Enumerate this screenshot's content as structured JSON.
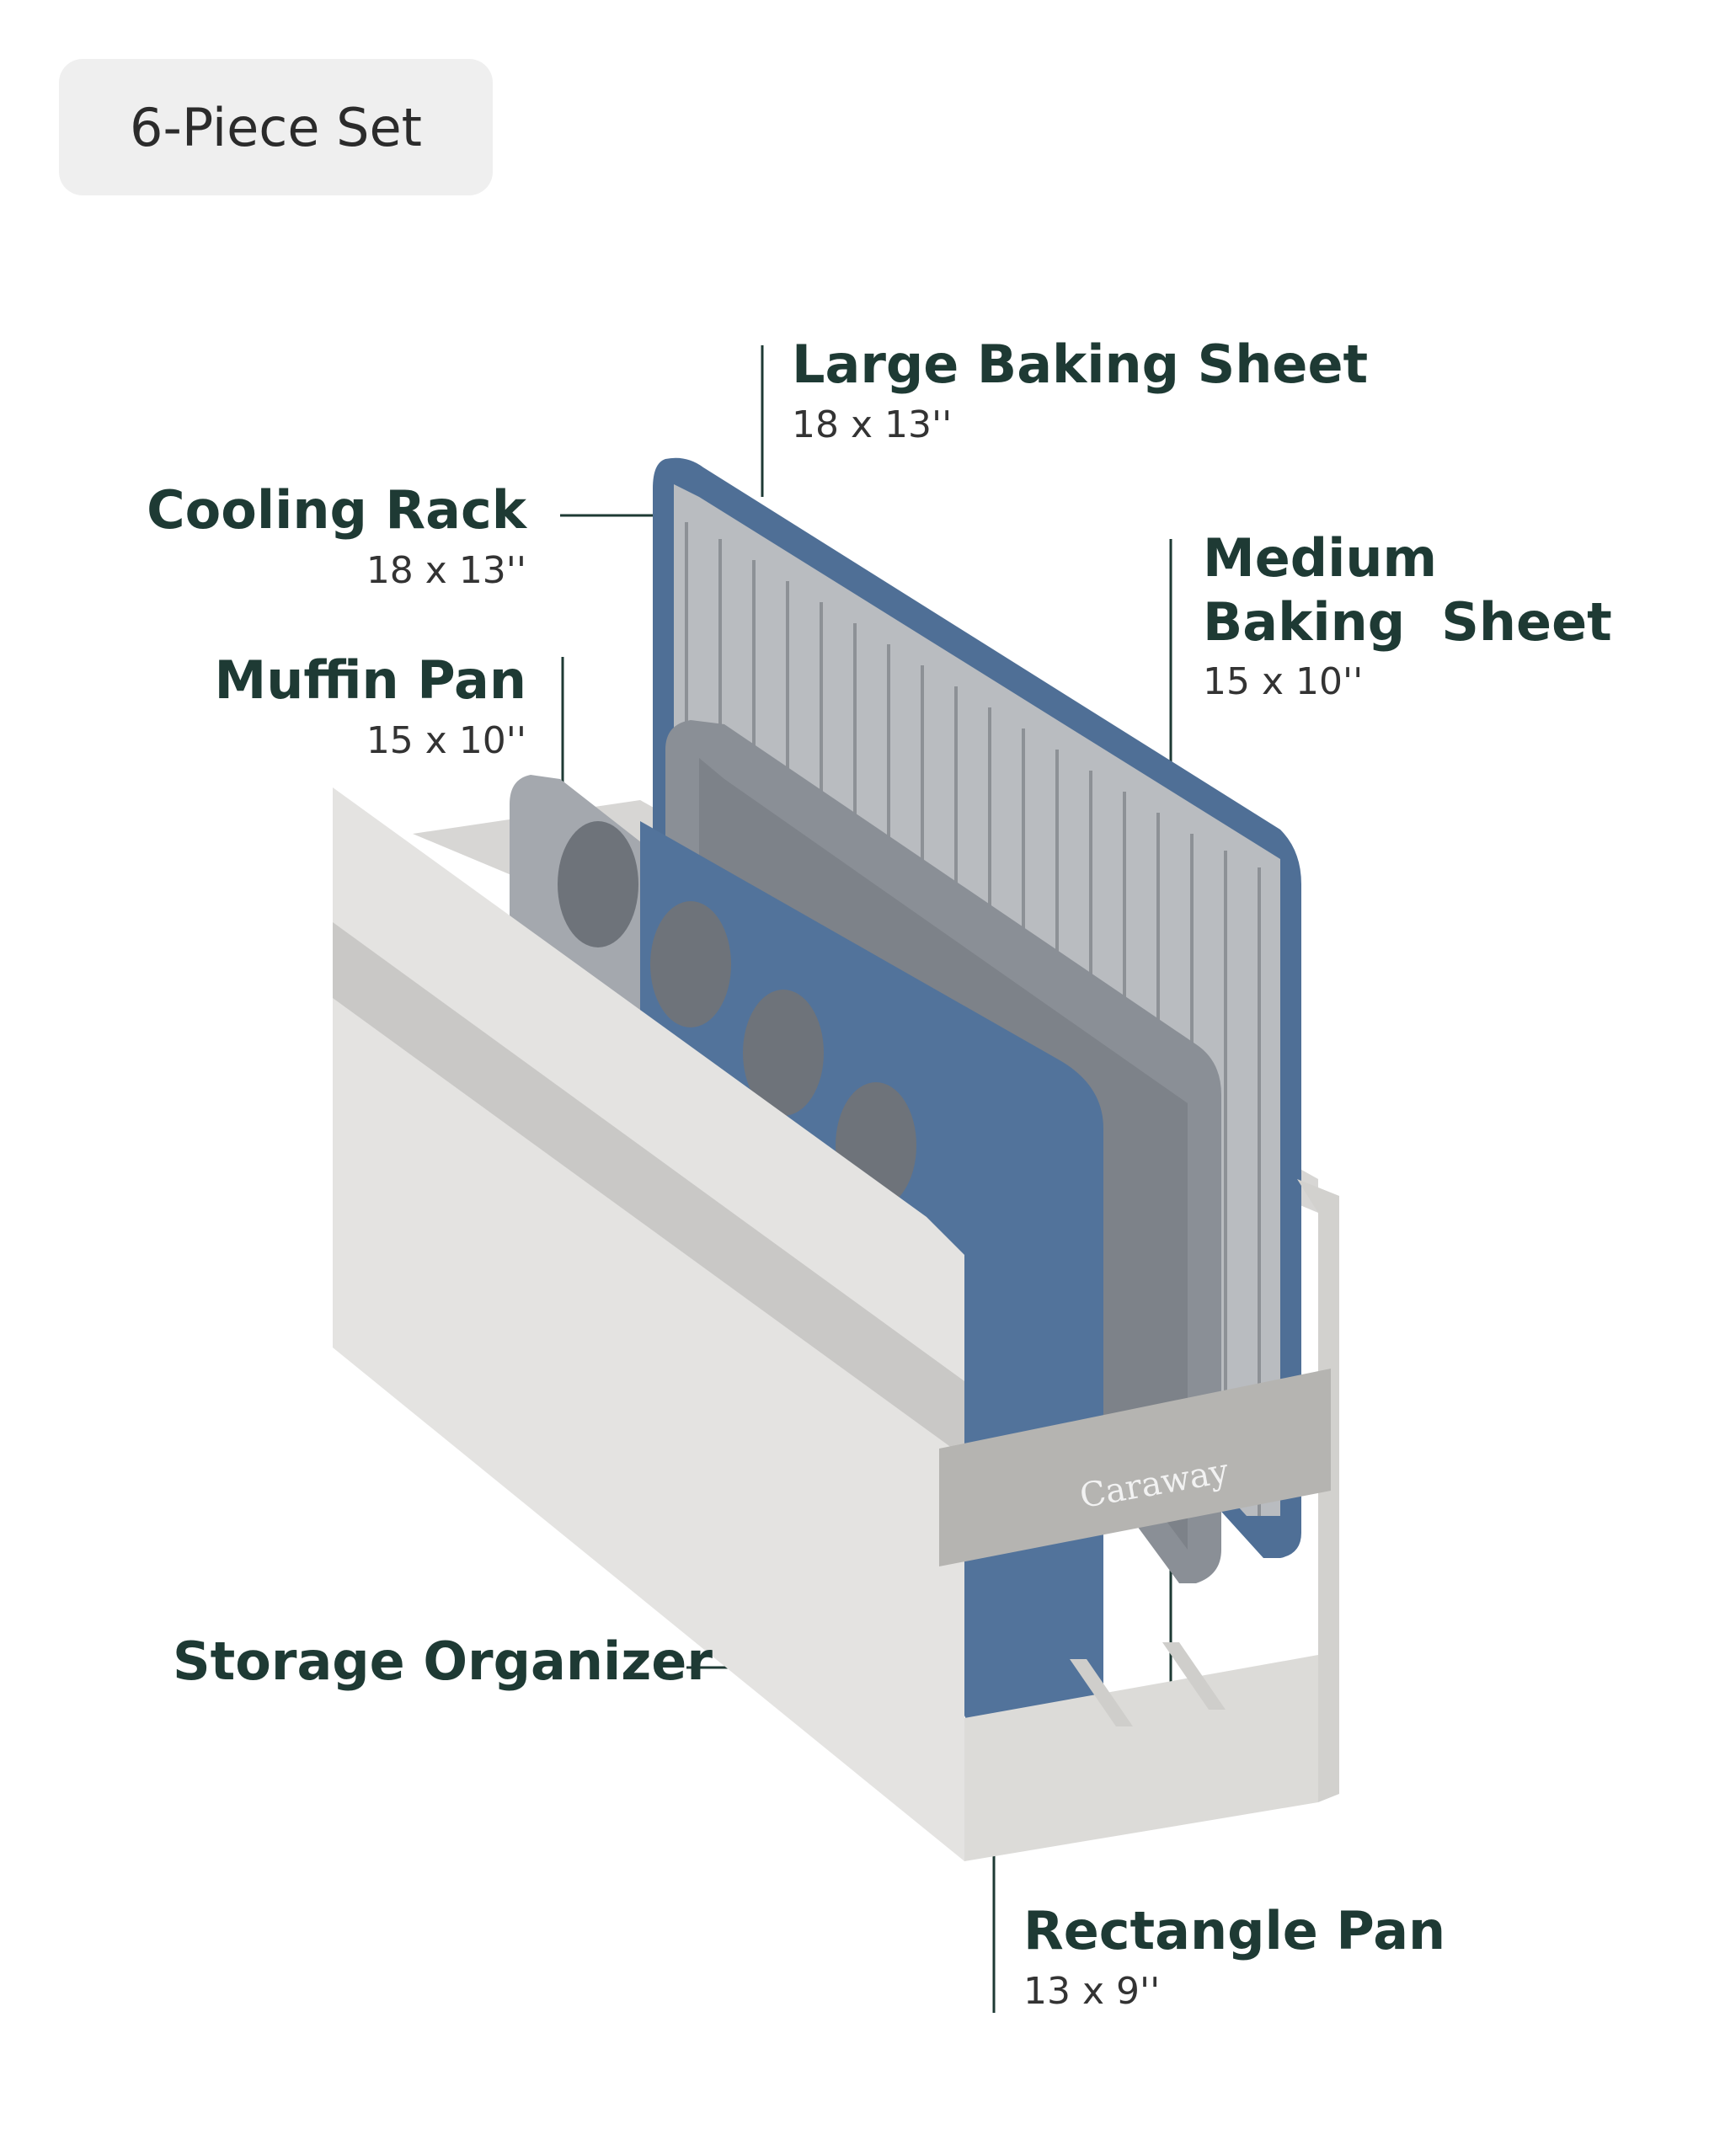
{
  "badge": {
    "label": "6-Piece Set"
  },
  "brand": "Caraway",
  "labels": {
    "large_baking_sheet": {
      "name": "Large Baking Sheet",
      "dim": "18 x 13''"
    },
    "cooling_rack": {
      "name": "Cooling Rack",
      "dim": "18 x 13''"
    },
    "medium_baking_sheet": {
      "name_line1": "Medium",
      "name_line2": "Baking  Sheet",
      "dim": "15 x 10''"
    },
    "muffin_pan": {
      "name": "Muffin Pan",
      "dim": "15 x 10''"
    },
    "storage_organizer": {
      "name": "Storage Organizer"
    },
    "rectangle_pan": {
      "name": "Rectangle Pan",
      "dim": "13 x 9''"
    }
  },
  "colors": {
    "text": "#1e3a34",
    "pan_blue": "#4f6f96",
    "pan_gray": "#8a8f96",
    "organizer": "#e4e3e1",
    "badge_bg": "#efefef"
  }
}
